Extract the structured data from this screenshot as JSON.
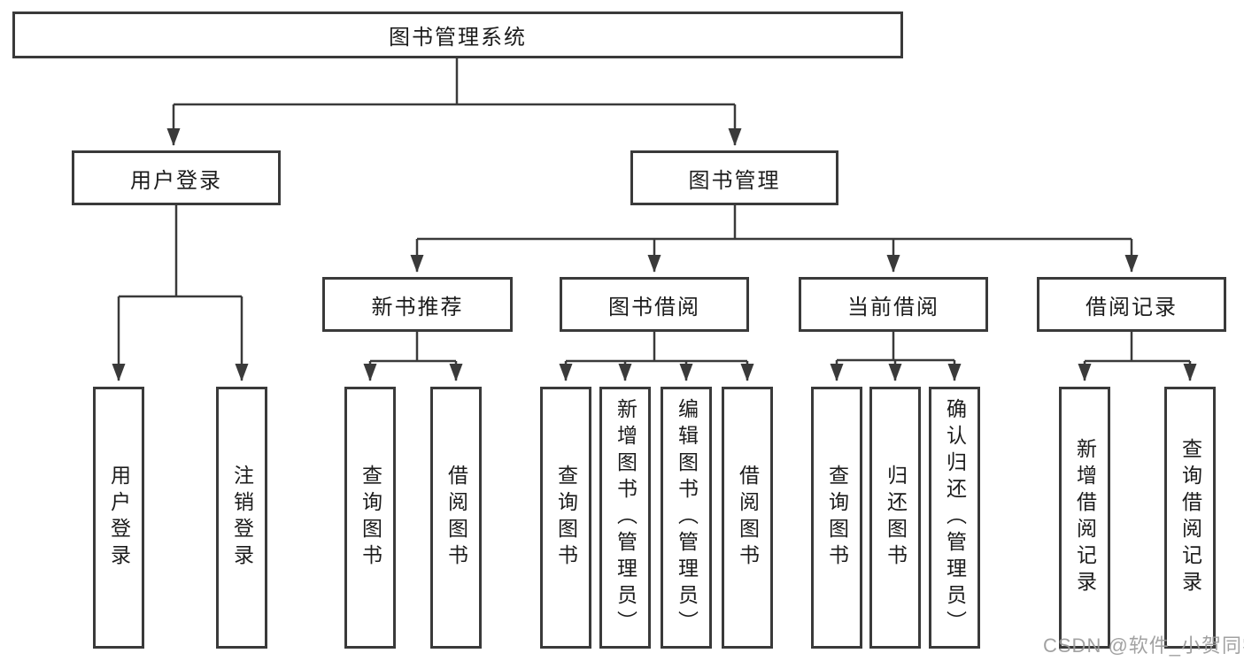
{
  "nodes": {
    "root": "图书管理系统",
    "user_login": "用户登录",
    "book_mgmt": "图书管理",
    "new_book_rec": "新书推荐",
    "book_borrow": "图书借阅",
    "current_borrow": "当前借阅",
    "borrow_record": "借阅记录",
    "leaf_user_login": "用户登录",
    "leaf_logout": "注销登录",
    "leaf_query_book_rec": "查询图书",
    "leaf_borrow_book_rec": "借阅图书",
    "leaf_query_book_borrow": "查询图书",
    "leaf_add_book_admin": "新增图书（管理员）",
    "leaf_edit_book_admin": "编辑图书（管理员）",
    "leaf_borrow_book_borrow": "借阅图书",
    "leaf_query_book_current": "查询图书",
    "leaf_return_book": "归还图书",
    "leaf_confirm_return_admin": "确认归还（管理员）",
    "leaf_add_borrow_record": "新增借阅记录",
    "leaf_query_borrow_record": "查询借阅记录"
  },
  "watermark": "CSDN @软件_小贺同学",
  "colors": {
    "line": "#3a3a3a",
    "text": "#1c1c1c",
    "background": "#ffffff",
    "watermark": "#9a9a9a"
  }
}
